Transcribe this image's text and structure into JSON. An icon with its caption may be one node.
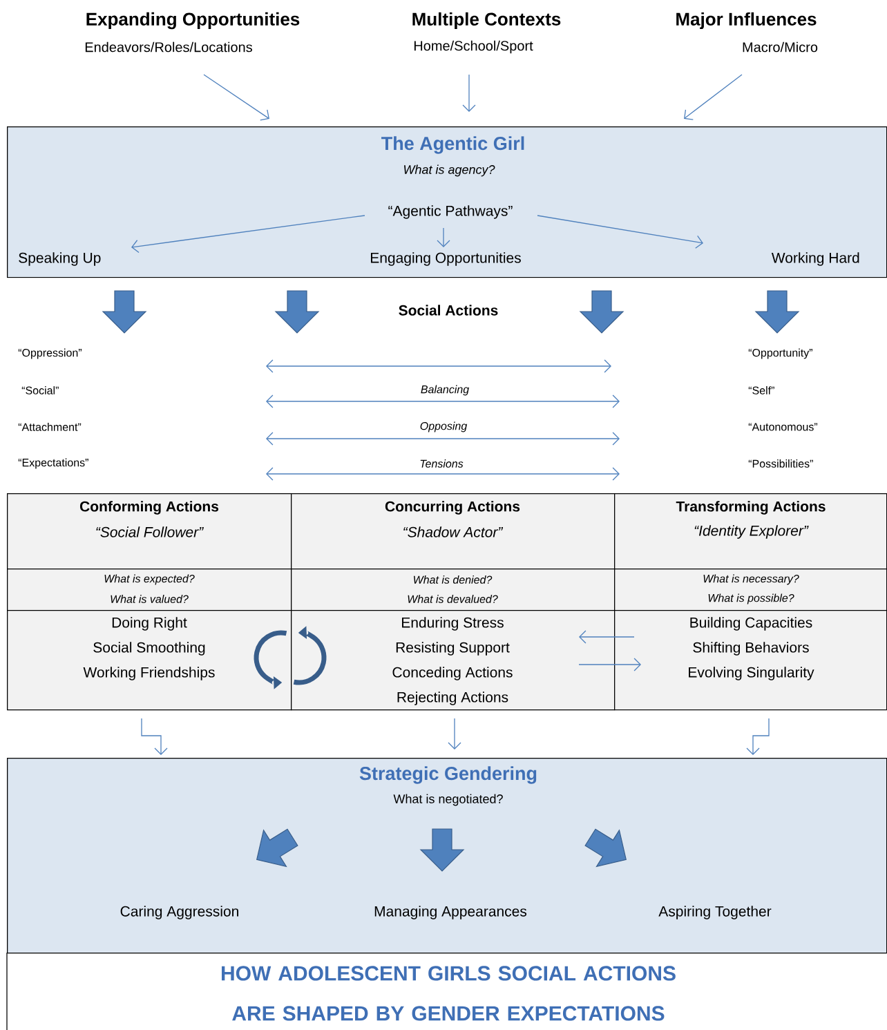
{
  "diagram": {
    "title": "HOW ADOLESCENT GIRLS SOCIAL ACTIONS ARE SHAPED BY GENDER EXPECTATIONS",
    "nodes": [
      {
        "text": [
          "Expanding Opportunities",
          "Endeavors/Roles/Locations"
        ]
      },
      {
        "text": [
          "Multiple Contexts",
          "Home/School/Sport"
        ]
      },
      {
        "text": [
          "Major Influences",
          "Macro/Micro"
        ]
      },
      {
        "text": [
          "The Agentic Girl",
          "What is agency?"
        ]
      },
      {
        "text": [
          "“Agentic Pathways”"
        ],
        "in": 3
      },
      {
        "text": [
          "Speaking Up"
        ],
        "in": 3
      },
      {
        "text": [
          "Engaging Opportunities"
        ],
        "in": 3
      },
      {
        "text": [
          "Working Hard"
        ],
        "in": 3
      },
      {
        "text": [
          "Conforming Actions",
          "“Social Follower”"
        ]
      },
      {
        "text": [
          "What is expected?",
          "What is valued?"
        ]
      },
      {
        "text": [
          "Doing Right",
          "Social Smoothing",
          "Working Friendships"
        ]
      },
      {
        "text": [
          "Concurring Actions",
          "“Shadow Actor”"
        ]
      },
      {
        "text": [
          "What is denied?",
          "What is devalued?"
        ]
      },
      {
        "text": [
          "Enduring Stress",
          "Resisting Support",
          "Conceding Actions",
          "Rejecting Actions"
        ]
      },
      {
        "text": [
          "Transforming Actions",
          "“Identity Explorer”"
        ]
      },
      {
        "text": [
          "What is necessary?",
          "What is possible?"
        ]
      },
      {
        "text": [
          "Building Capacities",
          "Shifting Behaviors",
          "Evolving Singularity"
        ]
      },
      {
        "text": [
          "Strategic Gendering",
          "What is negotiated?"
        ]
      },
      {
        "text": [
          "Caring Aggression"
        ],
        "in": 17
      },
      {
        "text": [
          "Managing Appearances"
        ],
        "in": 17
      },
      {
        "text": [
          "Aspiring Together"
        ],
        "in": 17
      }
    ],
    "edges": [
      {
        "from": 0,
        "to": 3,
        "arrow": "to"
      },
      {
        "from": 1,
        "to": 3,
        "arrow": "to"
      },
      {
        "from": 2,
        "to": 3,
        "arrow": "to"
      },
      {
        "from": 4,
        "to": 5,
        "arrow": "to"
      },
      {
        "from": 4,
        "to": 6,
        "arrow": "to"
      },
      {
        "from": 4,
        "to": 7,
        "arrow": "to"
      },
      {
        "from": 16,
        "to": 13,
        "arrow": "to"
      },
      {
        "from": 13,
        "to": 16,
        "arrow": "to"
      },
      {
        "from": 10,
        "to": 17,
        "arrow": "to"
      },
      {
        "from": 13,
        "to": 17,
        "arrow": "to"
      },
      {
        "from": 16,
        "to": 17,
        "arrow": "to"
      }
    ],
    "labels": [
      "Social Actions",
      "“Oppression”",
      "“Opportunity”",
      "“Social”",
      "Balancing",
      "“Self”",
      "“Attachment”",
      "Opposing",
      "“Autonomous”",
      "“Expectations”",
      "Tensions",
      "“Possibilities”"
    ]
  }
}
